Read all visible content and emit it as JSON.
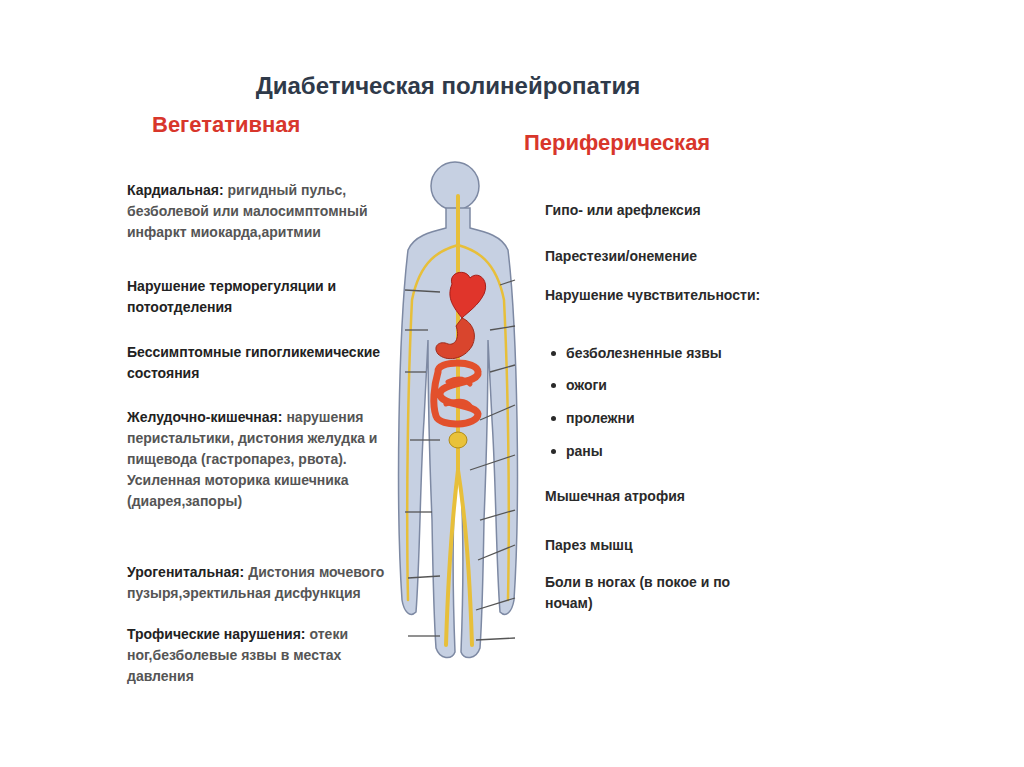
{
  "diagram": {
    "title": "Диабетическая полинейропатия",
    "labels": [
      "Вегетативная",
      "Периферическая",
      "Кардиальная:",
      "ригидный пульс, безболевой или малосимптомный инфаркт миокарда,аритмии",
      "Нарушение терморегуляции и потоотделения",
      "Бессимптомные гипогликемические состояния",
      "Желудочно-кишечная:",
      "нарушения перистальтики, дистония желудка и пищевода (гастропарез, рвота). Усиленная моторика кишечника (диарея,запоры)",
      "Урогенитальная:",
      "Дистония мочевого пузыря,эректильная дисфункция",
      "Трофические нарушения:",
      "отеки ног,безболевые язвы в местах давления",
      "Гипо- или арефлексия",
      "Парестезии/онемение",
      "Нарушение чувствительности:",
      "безболезненные язвы",
      "ожоги",
      "пролежни",
      "раны",
      "Мышечная атрофия",
      "Парез мышц",
      "Боли в ногах (в покое и по ночам)"
    ]
  }
}
